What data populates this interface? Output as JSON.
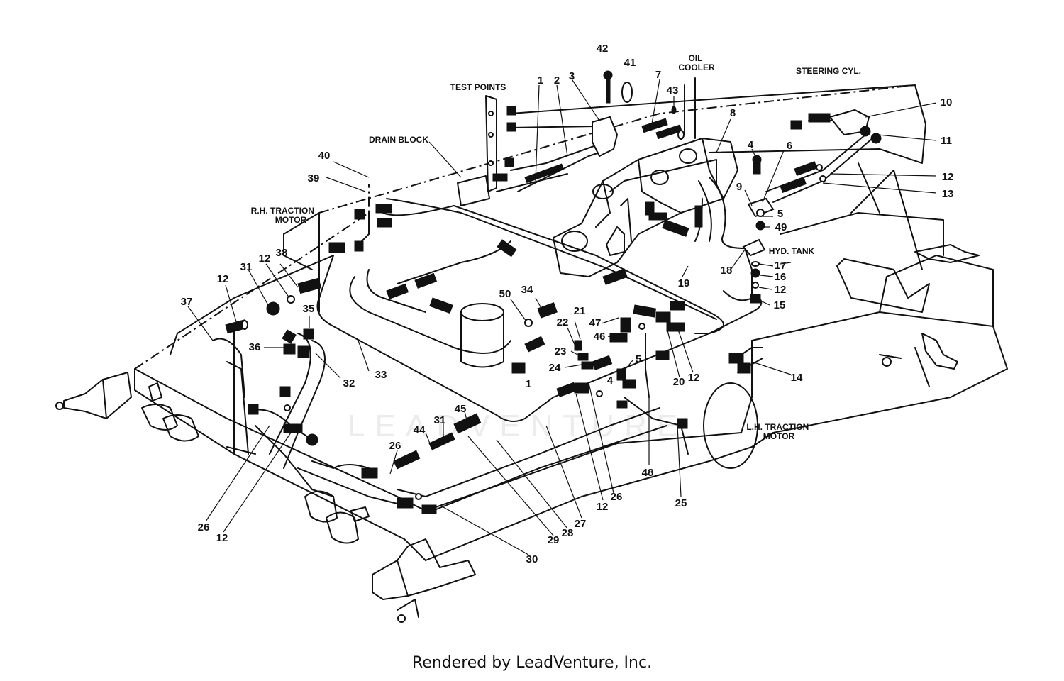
{
  "watermark": "LEADVENTURE",
  "footer": "Rendered by LeadVenture, Inc.",
  "callouts": [
    {
      "id": "oil-cooler",
      "lines": [
        "OIL",
        "COOLER"
      ]
    },
    {
      "id": "steering-cyl",
      "lines": [
        "STEERING CYL."
      ]
    },
    {
      "id": "test-points",
      "lines": [
        "TEST POINTS"
      ]
    },
    {
      "id": "drain-block",
      "lines": [
        "DRAIN BLOCK"
      ]
    },
    {
      "id": "rh-traction-motor",
      "lines": [
        "R.H. TRACTION",
        "MOTOR"
      ]
    },
    {
      "id": "hyd-tank",
      "lines": [
        "HYD. TANK"
      ]
    },
    {
      "id": "lh-traction-motor",
      "lines": [
        "L.H. TRACTION",
        "MOTOR"
      ]
    }
  ],
  "part_numbers": [
    {
      "label": "42"
    },
    {
      "label": "41"
    },
    {
      "label": "7"
    },
    {
      "label": "43"
    },
    {
      "label": "1"
    },
    {
      "label": "2"
    },
    {
      "label": "3"
    },
    {
      "label": "8"
    },
    {
      "label": "10"
    },
    {
      "label": "11"
    },
    {
      "label": "12"
    },
    {
      "label": "13"
    },
    {
      "label": "4"
    },
    {
      "label": "6"
    },
    {
      "label": "9"
    },
    {
      "label": "5"
    },
    {
      "label": "49"
    },
    {
      "label": "40"
    },
    {
      "label": "39"
    },
    {
      "label": "17"
    },
    {
      "label": "16"
    },
    {
      "label": "12"
    },
    {
      "label": "15"
    },
    {
      "label": "18"
    },
    {
      "label": "19"
    },
    {
      "label": "38"
    },
    {
      "label": "12"
    },
    {
      "label": "31"
    },
    {
      "label": "12"
    },
    {
      "label": "37"
    },
    {
      "label": "35"
    },
    {
      "label": "36"
    },
    {
      "label": "32"
    },
    {
      "label": "33"
    },
    {
      "label": "34"
    },
    {
      "label": "50"
    },
    {
      "label": "21"
    },
    {
      "label": "22"
    },
    {
      "label": "47"
    },
    {
      "label": "46"
    },
    {
      "label": "23"
    },
    {
      "label": "24"
    },
    {
      "label": "1"
    },
    {
      "label": "5"
    },
    {
      "label": "4"
    },
    {
      "label": "20"
    },
    {
      "label": "12"
    },
    {
      "label": "14"
    },
    {
      "label": "45"
    },
    {
      "label": "31"
    },
    {
      "label": "44"
    },
    {
      "label": "26"
    },
    {
      "label": "48"
    },
    {
      "label": "25"
    },
    {
      "label": "26"
    },
    {
      "label": "12"
    },
    {
      "label": "27"
    },
    {
      "label": "28"
    },
    {
      "label": "29"
    },
    {
      "label": "30"
    },
    {
      "label": "26"
    },
    {
      "label": "12"
    }
  ]
}
